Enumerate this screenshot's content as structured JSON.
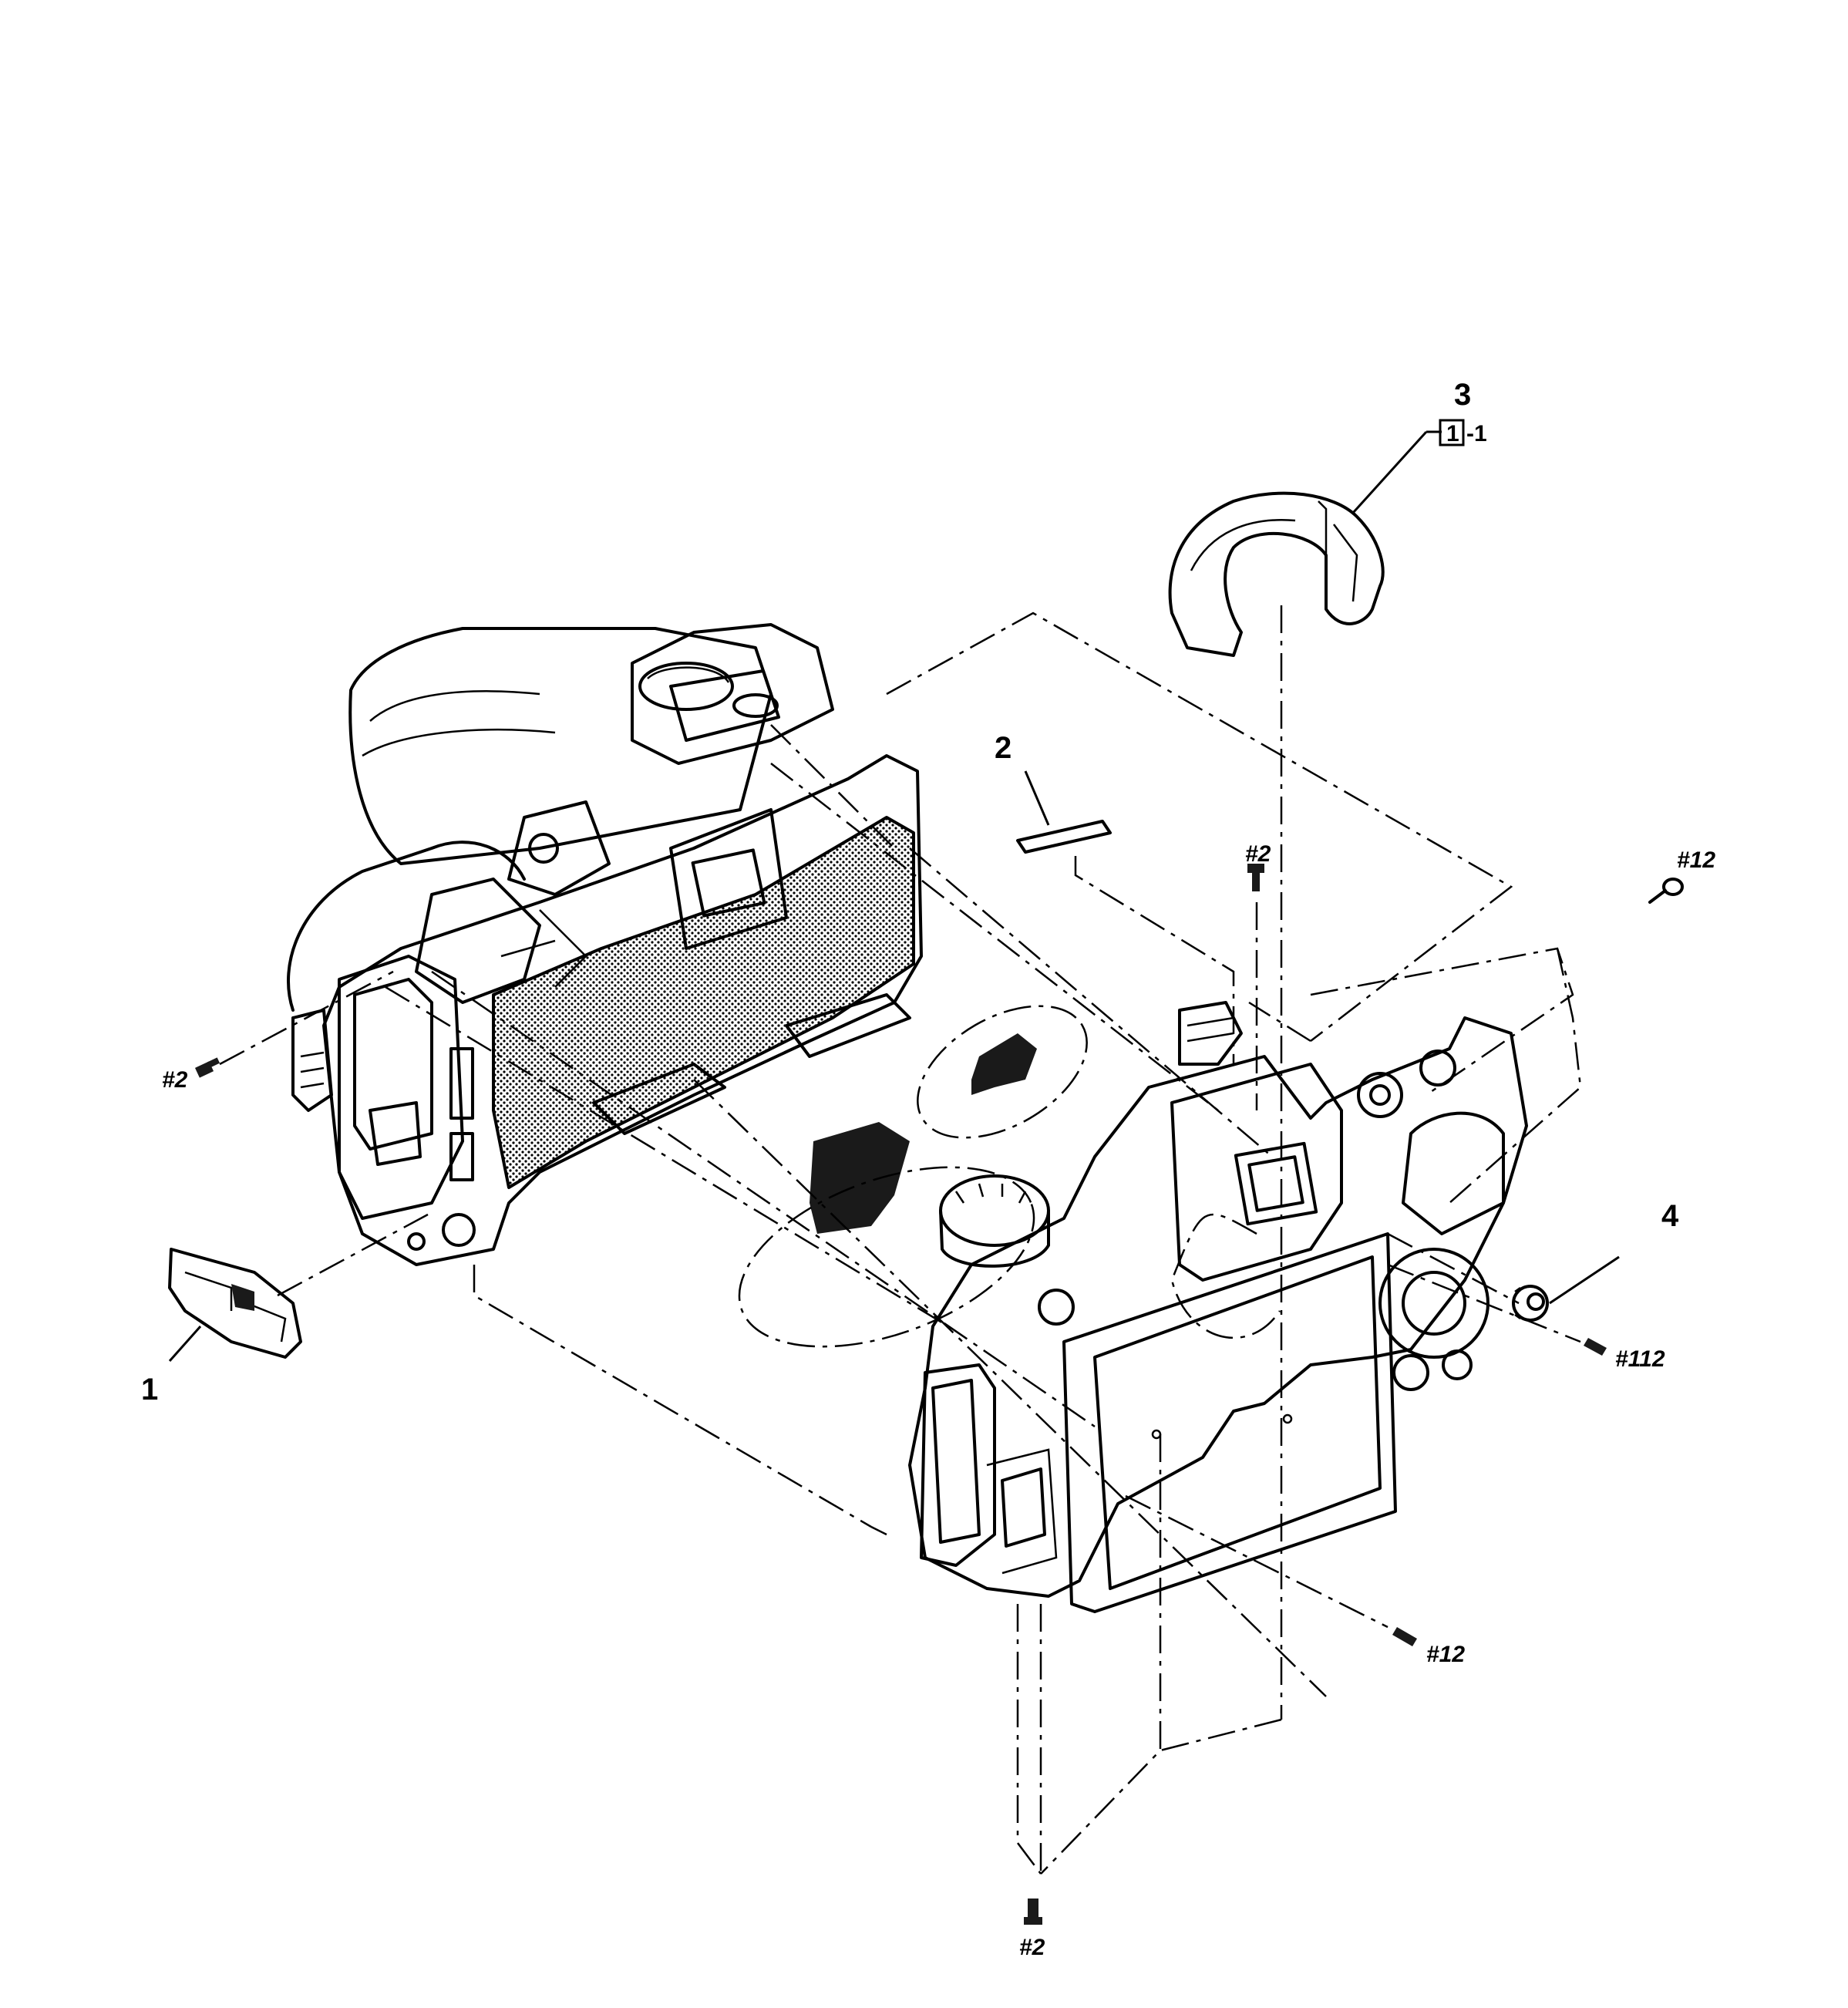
{
  "diagram": {
    "part_labels": {
      "p1": "1",
      "p2": "2",
      "p3": "3",
      "p3_ref": "1",
      "p3_ref_suffix": "-1",
      "p4": "4"
    },
    "screw_labels": {
      "s_top_2": "#2",
      "s_top_12": "#12",
      "s_left_2": "#2",
      "s_right_112": "#112",
      "s_bottom_12": "#12",
      "s_bottom_2": "#2"
    },
    "colors": {
      "line": "#000000",
      "background": "#ffffff"
    }
  }
}
